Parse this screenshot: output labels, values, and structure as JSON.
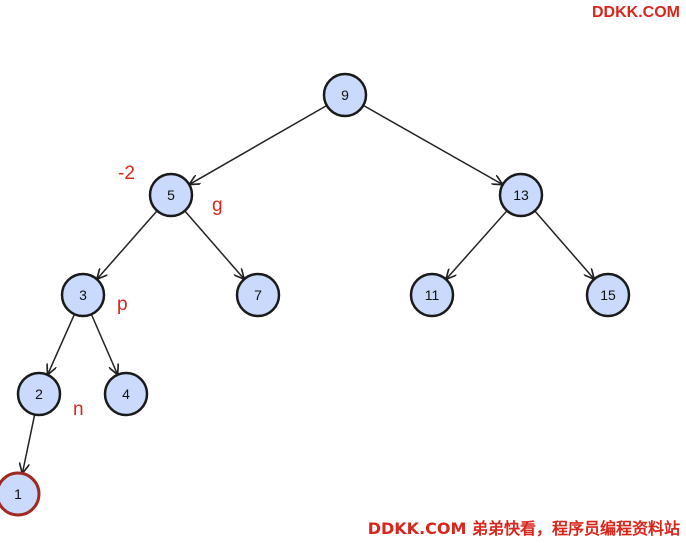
{
  "watermark_top": "DDKK.COM",
  "watermark_bottom": "DDKK.COM 弟弟快看，程序员编程资料站",
  "colors": {
    "node_fill": "#c9dafc",
    "node_stroke": "#1a1a1a",
    "highlight_stroke": "#a02a22",
    "annotation": "#d9261c"
  },
  "tree": {
    "nodes": [
      {
        "id": "n9",
        "label": "9"
      },
      {
        "id": "n5",
        "label": "5"
      },
      {
        "id": "n13",
        "label": "13"
      },
      {
        "id": "n3",
        "label": "3"
      },
      {
        "id": "n7",
        "label": "7"
      },
      {
        "id": "n11",
        "label": "11"
      },
      {
        "id": "n15",
        "label": "15"
      },
      {
        "id": "n2",
        "label": "2"
      },
      {
        "id": "n4",
        "label": "4"
      },
      {
        "id": "n1",
        "label": "1",
        "highlight": true
      }
    ],
    "edges": [
      {
        "from": "n9",
        "to": "n5"
      },
      {
        "from": "n9",
        "to": "n13"
      },
      {
        "from": "n5",
        "to": "n3"
      },
      {
        "from": "n5",
        "to": "n7"
      },
      {
        "from": "n13",
        "to": "n11"
      },
      {
        "from": "n13",
        "to": "n15"
      },
      {
        "from": "n3",
        "to": "n2"
      },
      {
        "from": "n3",
        "to": "n4"
      },
      {
        "from": "n2",
        "to": "n1"
      }
    ],
    "annotations": [
      {
        "id": "a-bf",
        "text": "-2",
        "near": "n5"
      },
      {
        "id": "a-g",
        "text": "g",
        "near": "n5"
      },
      {
        "id": "a-p",
        "text": "p",
        "near": "n3"
      },
      {
        "id": "a-n",
        "text": "n",
        "near": "n2"
      }
    ]
  }
}
